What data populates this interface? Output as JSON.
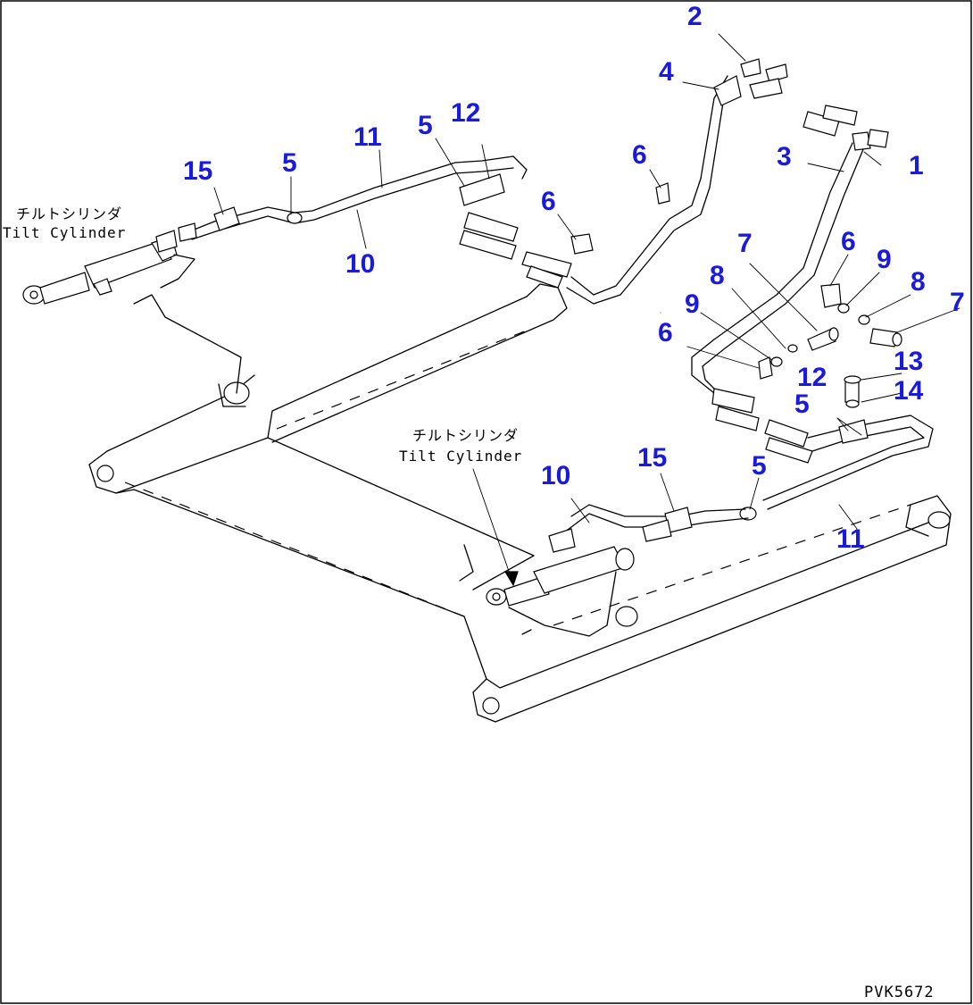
{
  "drawing_code": "PVK5672",
  "captions": {
    "left": {
      "jp": "チルトシリンダ",
      "en": "Tilt Cylinder"
    },
    "right": {
      "jp": "チルトシリンダ",
      "en": "Tilt Cylinder"
    }
  },
  "callouts": {
    "c1": "1",
    "c2": "2",
    "c3": "3",
    "c4": "4",
    "c5a": "5",
    "c5b": "5",
    "c5c": "5",
    "c5d": "5",
    "c6a": "6",
    "c6b": "6",
    "c6c": "6",
    "c6d": "6",
    "c7a": "7",
    "c7b": "7",
    "c8a": "8",
    "c8b": "8",
    "c9a": "9",
    "c9b": "9",
    "c10a": "10",
    "c10b": "10",
    "c11a": "11",
    "c11b": "11",
    "c12a": "12",
    "c12b": "12",
    "c13": "13",
    "c14": "14",
    "c15a": "15",
    "c15b": "15"
  }
}
